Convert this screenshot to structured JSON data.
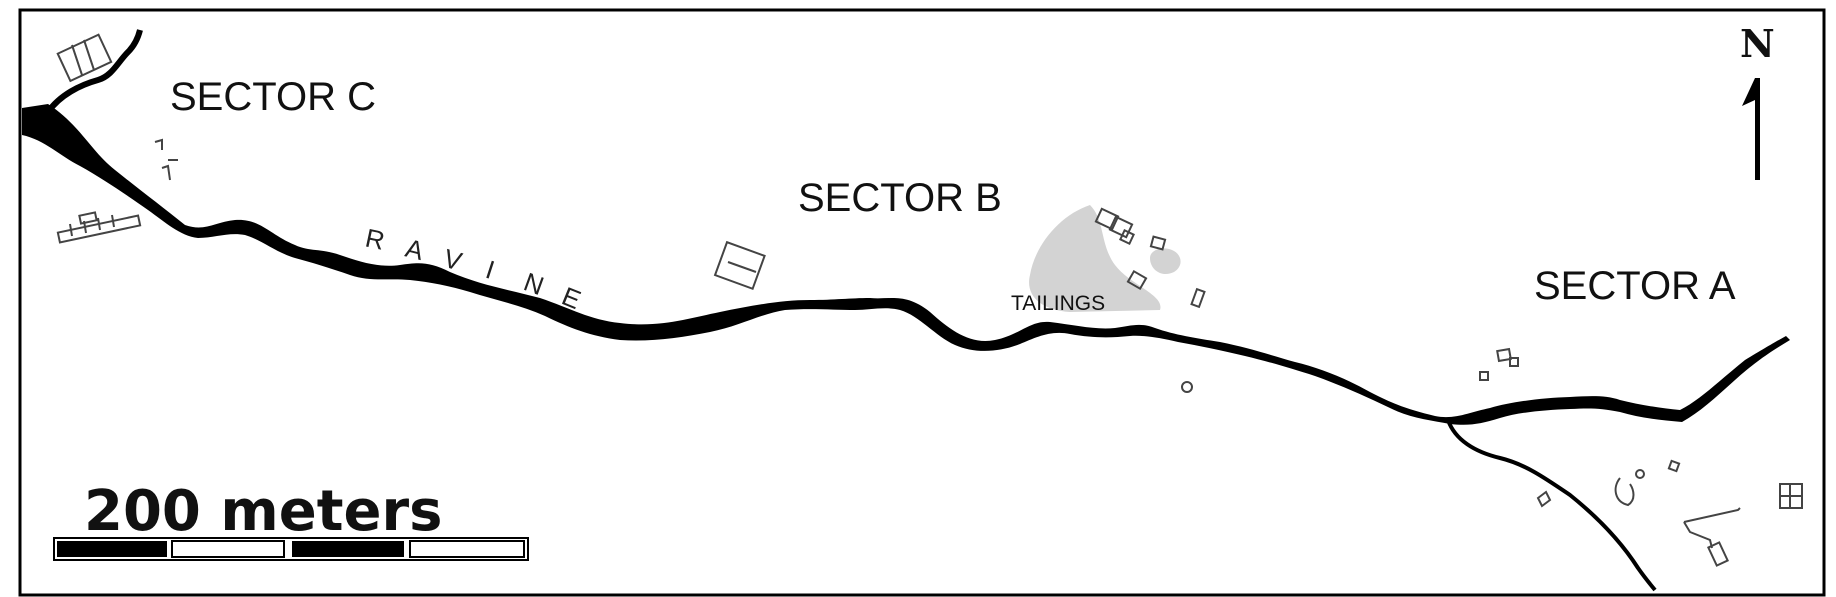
{
  "map": {
    "sectors": {
      "a": "SECTOR A",
      "b": "SECTOR B",
      "c": "SECTOR C"
    },
    "ravine_letters": [
      "R",
      "A",
      "V",
      "I",
      "N",
      "E"
    ],
    "tailings_label": "TAILINGS",
    "north_label": "N",
    "scale_label": "200 meters"
  },
  "colors": {
    "river": "#000000",
    "tailings": "#d3d3d3",
    "buildings": "#444444",
    "frame": "#000000"
  },
  "icons": [
    "north-arrow-icon",
    "scale-bar"
  ]
}
